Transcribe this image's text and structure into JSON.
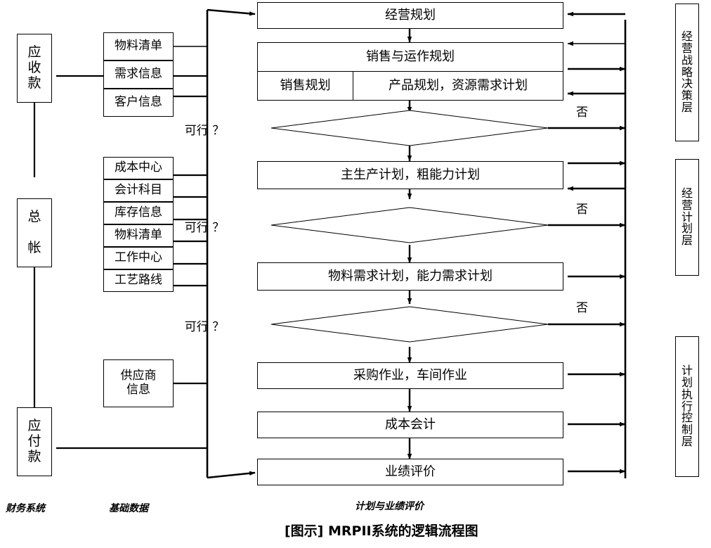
{
  "title": "[图示] MRPII系统的逻辑流程图",
  "finance": {
    "section_label": "财务系统",
    "boxes": [
      {
        "id": "accounts-receivable",
        "label": "应\n收\n款"
      },
      {
        "id": "general-ledger",
        "label": "总\n\n帐"
      },
      {
        "id": "accounts-payable",
        "label": "应\n付\n款"
      }
    ]
  },
  "basic_data": {
    "section_label": "基础数据",
    "group_top": [
      {
        "id": "bom-top",
        "label": "物料清单"
      },
      {
        "id": "demand-info",
        "label": "需求信息"
      },
      {
        "id": "customer-info",
        "label": "客户信息"
      }
    ],
    "group_middle": [
      {
        "id": "cost-center",
        "label": "成本中心"
      },
      {
        "id": "account-subject",
        "label": "会计科目"
      },
      {
        "id": "inventory-info",
        "label": "库存信息"
      },
      {
        "id": "bom-mid",
        "label": "物料清单"
      },
      {
        "id": "work-center",
        "label": "工作中心"
      },
      {
        "id": "routing",
        "label": "工艺路线"
      }
    ],
    "group_bottom": [
      {
        "id": "supplier-info",
        "label": "供应商\n信息"
      }
    ]
  },
  "plan_flow": {
    "section_label": "计划与业绩评价",
    "steps": [
      {
        "id": "business-planning",
        "label": "经营规划"
      },
      {
        "id": "sales-ops-planning",
        "label": "销售与运作规划"
      },
      {
        "id": "sales-planning",
        "label": "销售规划"
      },
      {
        "id": "product-resource-planning",
        "label": "产品规划，资源需求计划"
      },
      {
        "id": "feasible-1",
        "label": "可行 ？"
      },
      {
        "id": "mps-rccp",
        "label": "主生产计划，粗能力计划"
      },
      {
        "id": "feasible-2",
        "label": "可行 ？"
      },
      {
        "id": "mrp-crp",
        "label": "物料需求计划，能力需求计划"
      },
      {
        "id": "feasible-3",
        "label": "可行 ？"
      },
      {
        "id": "purchase-shopfloor",
        "label": "采购作业，车间作业"
      },
      {
        "id": "cost-accounting",
        "label": "成本会计"
      },
      {
        "id": "performance-evaluation",
        "label": "业绩评价"
      }
    ],
    "no_labels": [
      "否",
      "否",
      "否"
    ]
  },
  "layers": [
    {
      "id": "strategy-layer",
      "chars": [
        "经",
        "营",
        "战",
        "略",
        "决",
        "策",
        "层"
      ]
    },
    {
      "id": "planning-layer",
      "chars": [
        "经",
        "营",
        "计",
        "划",
        "层"
      ]
    },
    {
      "id": "execution-layer",
      "chars": [
        "计",
        "划",
        "执",
        "行",
        "控",
        "制",
        "层"
      ]
    }
  ],
  "colors": {
    "line": "#000000",
    "background": "#ffffff",
    "text": "#000000"
  }
}
